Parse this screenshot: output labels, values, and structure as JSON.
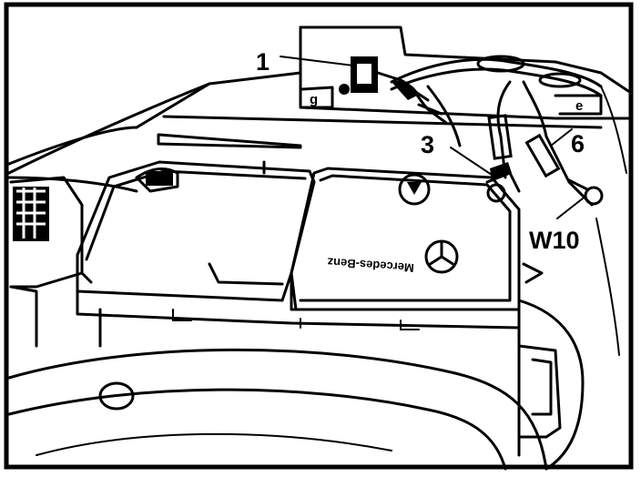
{
  "diagram": {
    "callouts": [
      {
        "id": "1",
        "label": "1"
      },
      {
        "id": "3",
        "label": "3"
      },
      {
        "id": "6",
        "label": "6"
      },
      {
        "id": "w10",
        "label": "W10"
      }
    ],
    "battery_brand": "Mercedes-Benz",
    "panel_tags": {
      "left": "g",
      "right": "e"
    }
  }
}
